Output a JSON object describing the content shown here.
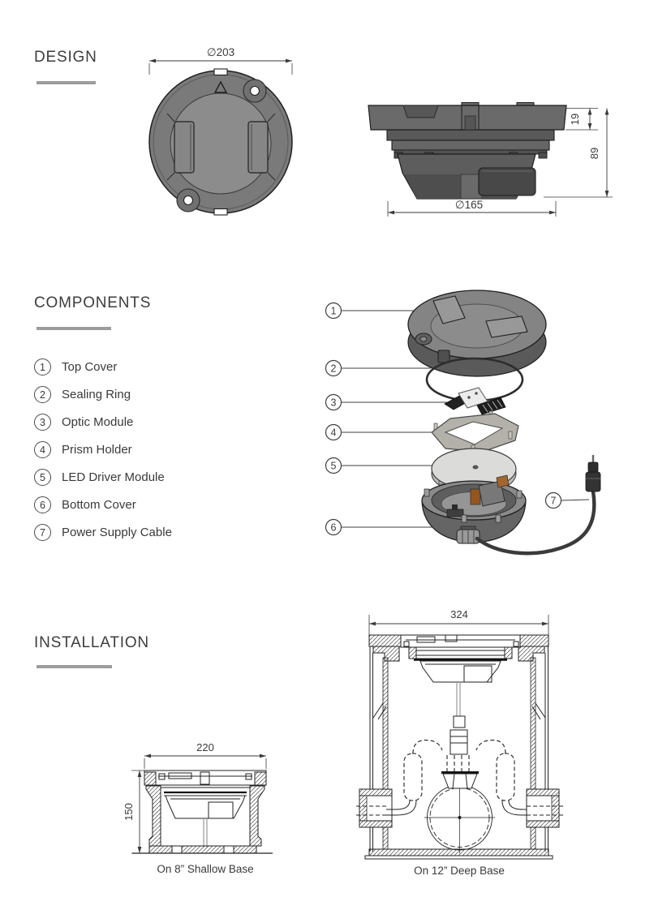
{
  "design": {
    "title": "DESIGN",
    "top_view": {
      "diameter": "∅203"
    },
    "side_view": {
      "flange_height": "19",
      "total_height": "89",
      "diameter": "∅165"
    }
  },
  "components": {
    "title": "COMPONENTS",
    "items": [
      {
        "num": "1",
        "label": "Top Cover"
      },
      {
        "num": "2",
        "label": "Sealing Ring"
      },
      {
        "num": "3",
        "label": "Optic Module"
      },
      {
        "num": "4",
        "label": "Prism Holder"
      },
      {
        "num": "5",
        "label": "LED Driver Module"
      },
      {
        "num": "6",
        "label": "Bottom Cover"
      },
      {
        "num": "7",
        "label": "Power Supply Cable"
      }
    ]
  },
  "installation": {
    "title": "INSTALLATION",
    "shallow_base": {
      "width": "220",
      "height": "150",
      "caption": "On 8” Shallow Base"
    },
    "deep_base": {
      "width": "324",
      "caption": "On 12” Deep Base"
    }
  },
  "colors": {
    "heading": "#3d3d3d",
    "underline": "#9c9c9c",
    "device_gray": "#7a7a7a",
    "device_dark": "#5a5a5a",
    "light_module": "#dbdbd9",
    "accent_orange": "#a4662e",
    "drawing_line": "#2b2b2b"
  }
}
